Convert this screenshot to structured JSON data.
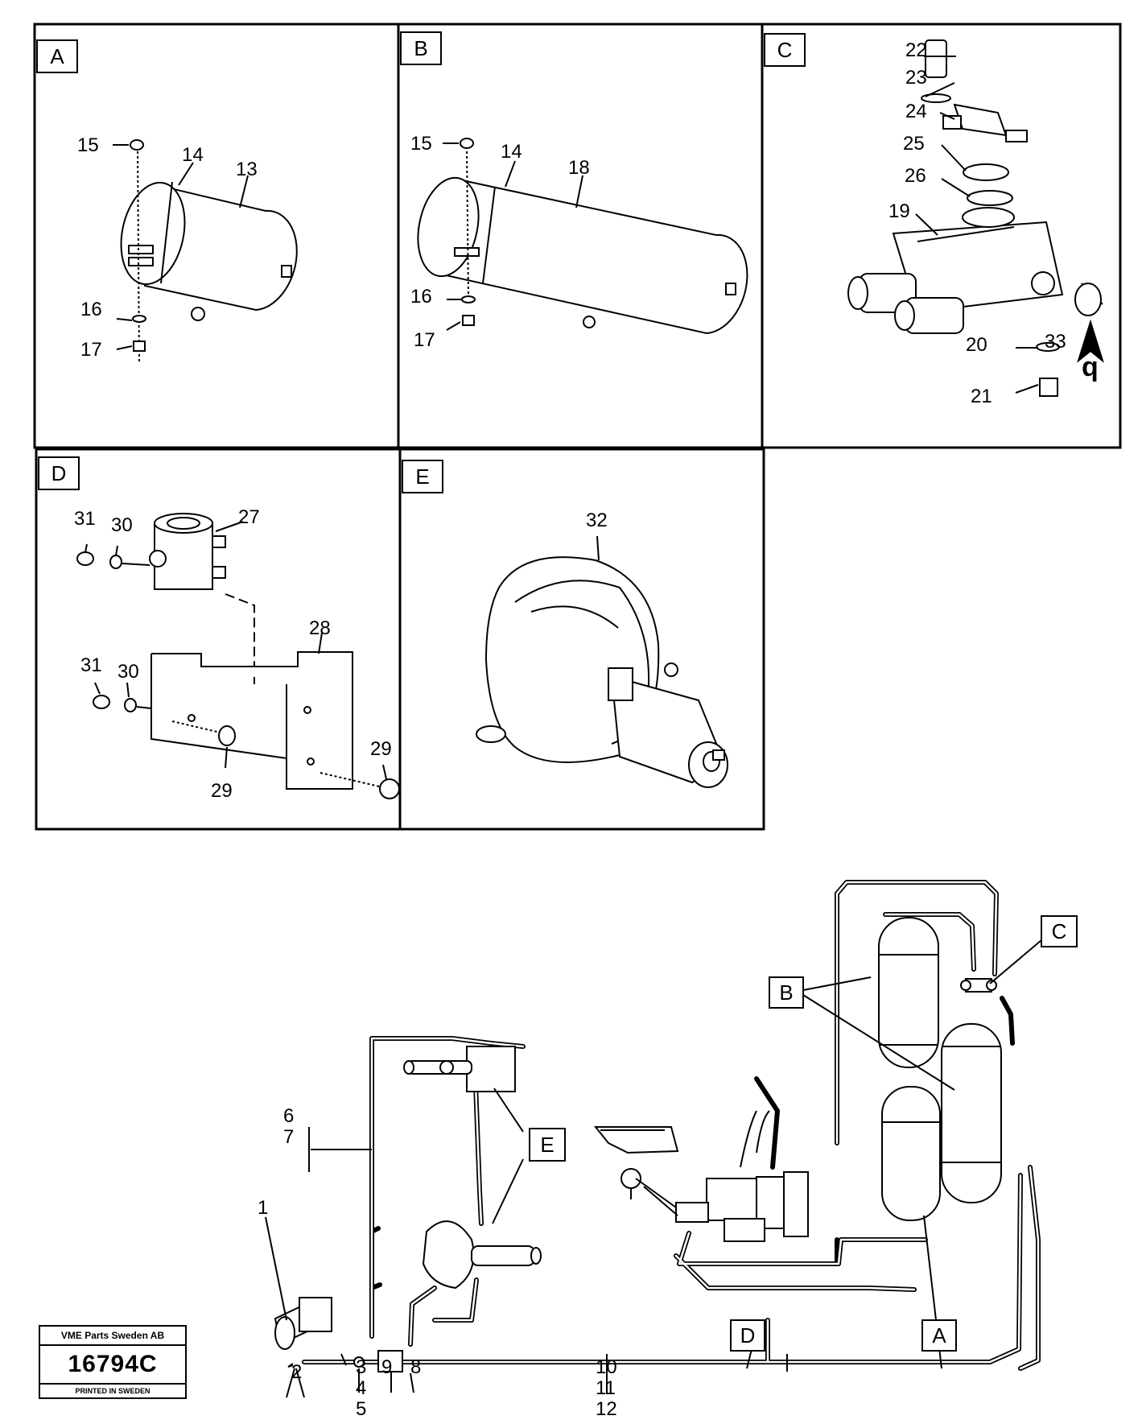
{
  "panels": [
    {
      "id": "A",
      "label": "A"
    },
    {
      "id": "B",
      "label": "B"
    },
    {
      "id": "C",
      "label": "C"
    },
    {
      "id": "D",
      "label": "D"
    },
    {
      "id": "E",
      "label": "E"
    }
  ],
  "callouts": {
    "p1": "1",
    "p2": "2",
    "p3": "3",
    "p4": "4",
    "p5": "5",
    "p6": "6",
    "p7": "7",
    "p8": "8",
    "p9": "9",
    "p10": "10",
    "p11": "11",
    "p12": "12",
    "p13": "13",
    "p14": "14",
    "p15": "15",
    "p16": "16",
    "p17": "17",
    "p18": "18",
    "p19": "19",
    "p20": "20",
    "p21": "21",
    "p22": "22",
    "p23": "23",
    "p24": "24",
    "p25": "25",
    "p26": "26",
    "p27": "27",
    "p28": "28",
    "p29": "29",
    "p30": "30",
    "p31": "31",
    "p32": "32",
    "p33": "33",
    "q": "q"
  },
  "overview_refs": {
    "A": "A",
    "B": "B",
    "C": "C",
    "D": "D",
    "E": "E"
  },
  "stamp": {
    "company": "VME Parts Sweden AB",
    "drawing_number": "16794C",
    "printed": "PRINTED IN SWEDEN"
  }
}
